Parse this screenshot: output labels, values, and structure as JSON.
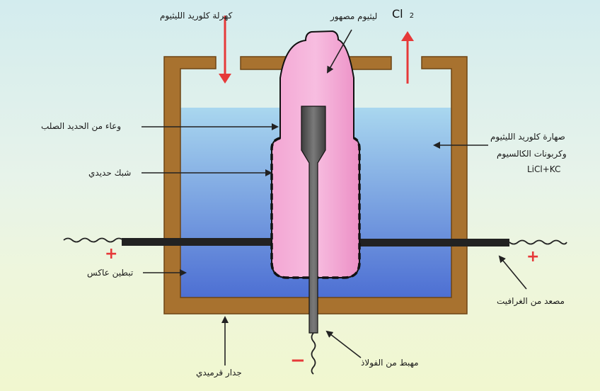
{
  "labels": {
    "electrolysis": "كهرلة كلوريد الليثيوم",
    "molten_lithium": "ليثيوم مصهور",
    "chlorine": "Cl",
    "chlorine_sub": "2",
    "steel_vessel": "وعاء من الحديد الصلب",
    "iron_mesh": "شبك حديدي",
    "lining": "تبطين عاكس",
    "melt_line1": "صهارة كلوريد الليثيوم",
    "melt_line2": "وكربونات الكالسيوم",
    "melt_formula": "LiCl+KC",
    "graphite_anode": "مصعد من الغرافيت",
    "steel_cathode": "مهبط من الفولاذ",
    "ceramic_wall": "جدار قرميدي",
    "plus_left": "+",
    "plus_right": "+",
    "minus": "−"
  },
  "colors": {
    "wall": "#a8722f",
    "wall_edge": "#6e4515",
    "melt_top": "#a9d7ef",
    "melt_bottom": "#4d6fd3",
    "lithium": "#ef93c8",
    "lithium_light": "#f6b8dc",
    "electrode": "#5a5a5a",
    "arrow_red": "#e63939",
    "pointer": "#222222"
  }
}
